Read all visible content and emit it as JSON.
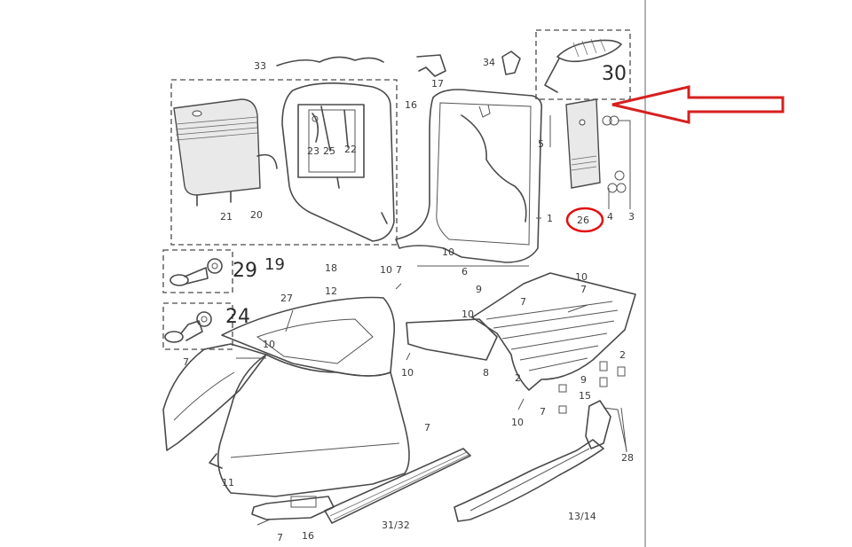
{
  "labels": {
    "l1": "1",
    "l2a": "2",
    "l2b": "2",
    "l3": "3",
    "l4": "4",
    "l5": "5",
    "l6": "6",
    "l7a": "7",
    "l7b": "7",
    "l7c": "7",
    "l7d": "7",
    "l7e": "7",
    "l7f": "7",
    "l7g": "7",
    "l8": "8",
    "l9a": "9",
    "l9b": "9",
    "l10a": "10",
    "l10b": "10",
    "l10c": "10",
    "l10d": "10",
    "l10e": "10",
    "l10f": "10",
    "l10g": "10",
    "l11": "11",
    "l12": "12",
    "l13": "13/14",
    "l15": "15",
    "l16a": "16",
    "l16b": "16",
    "l17": "17",
    "l18": "18",
    "l19": "19",
    "l20": "20",
    "l21": "21",
    "l22": "22",
    "l23": "23",
    "l24": "24",
    "l25": "25",
    "l26": "26",
    "l27": "27",
    "l28": "28",
    "l29": "29",
    "l30": "30",
    "l31": "31/32",
    "l33": "33",
    "l34": "34"
  },
  "colors": {
    "arrow": "#d71f1f",
    "circle": "#e01010",
    "ink": "#4a4a4a"
  }
}
